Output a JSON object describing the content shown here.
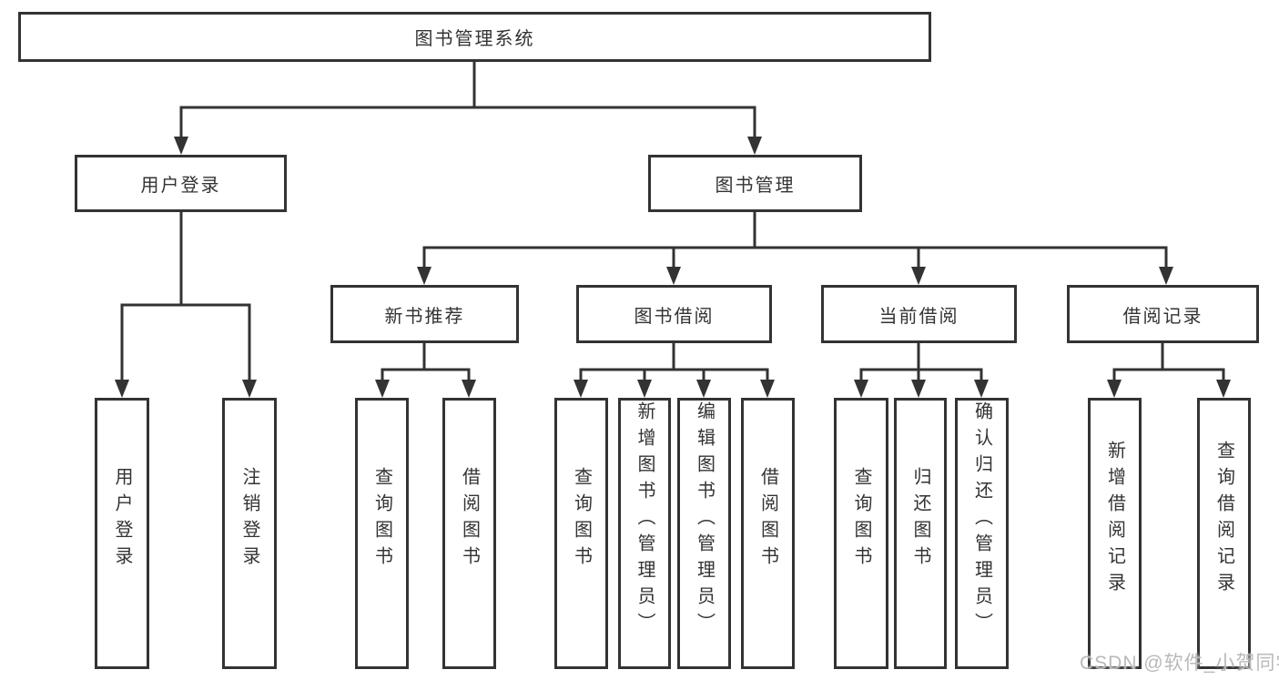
{
  "diagram_type": "tree",
  "tree": {
    "label": "图书管理系统",
    "children": [
      {
        "label": "用户登录",
        "children": [
          {
            "label": "用户登录"
          },
          {
            "label": "注销登录"
          }
        ]
      },
      {
        "label": "图书管理",
        "children": [
          {
            "label": "新书推荐",
            "children": [
              {
                "label": "查询图书"
              },
              {
                "label": "借阅图书"
              }
            ]
          },
          {
            "label": "图书借阅",
            "children": [
              {
                "label": "查询图书"
              },
              {
                "label": "新增图书（管理员）"
              },
              {
                "label": "编辑图书（管理员）"
              },
              {
                "label": "借阅图书"
              }
            ]
          },
          {
            "label": "当前借阅",
            "children": [
              {
                "label": "查询图书"
              },
              {
                "label": "归还图书"
              },
              {
                "label": "确认归还（管理员）"
              }
            ]
          },
          {
            "label": "借阅记录",
            "children": [
              {
                "label": "新增借阅记录"
              },
              {
                "label": "查询借阅记录"
              }
            ]
          }
        ]
      }
    ]
  },
  "watermark": {
    "text": "CSDN @软件_小贺同学"
  },
  "colors": {
    "background": "#ffffff",
    "box_border": "#333333",
    "line": "#333333",
    "text": "#333333",
    "watermark": "#b9b9b9"
  }
}
